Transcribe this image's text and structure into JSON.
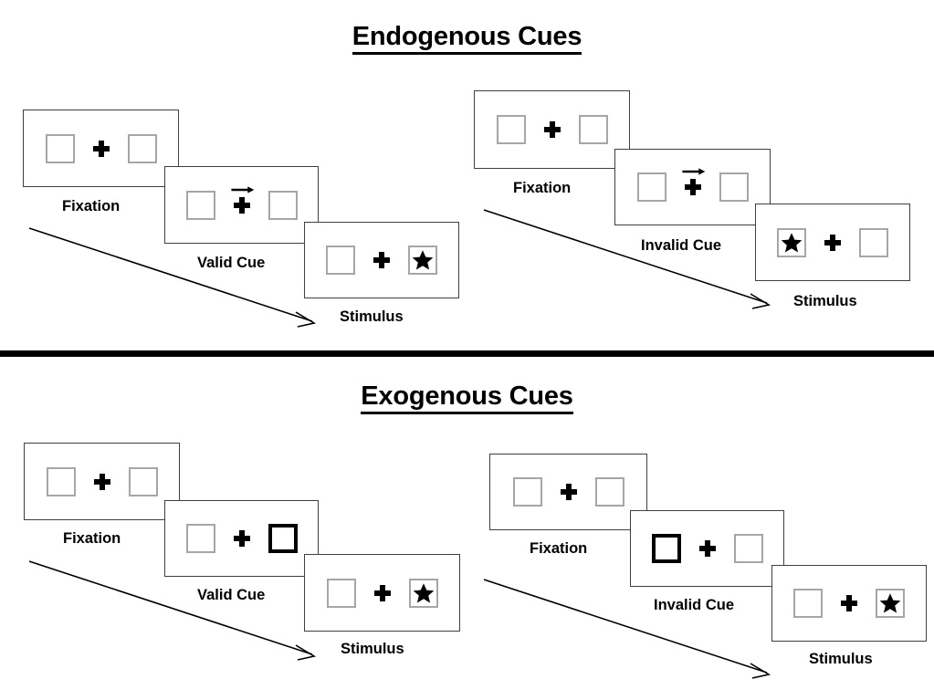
{
  "sections": [
    {
      "id": "endogenous",
      "title": "Endogenous Cues",
      "groups": [
        {
          "id": "endogenous-valid",
          "panels": [
            {
              "caption": "Fixation",
              "left_box": "empty",
              "right_box": "empty",
              "arrow": "none",
              "cue": "none"
            },
            {
              "caption": "Valid Cue",
              "left_box": "empty",
              "right_box": "empty",
              "arrow": "right",
              "cue": "none"
            },
            {
              "caption": "Stimulus",
              "left_box": "empty",
              "right_box": "star",
              "arrow": "none",
              "cue": "none"
            }
          ]
        },
        {
          "id": "endogenous-invalid",
          "panels": [
            {
              "caption": "Fixation",
              "left_box": "empty",
              "right_box": "empty",
              "arrow": "none",
              "cue": "none"
            },
            {
              "caption": "Invalid Cue",
              "left_box": "empty",
              "right_box": "empty",
              "arrow": "right",
              "cue": "none"
            },
            {
              "caption": "Stimulus",
              "left_box": "star",
              "right_box": "empty",
              "arrow": "none",
              "cue": "none"
            }
          ]
        }
      ]
    },
    {
      "id": "exogenous",
      "title": "Exogenous Cues",
      "groups": [
        {
          "id": "exogenous-valid",
          "panels": [
            {
              "caption": "Fixation",
              "left_box": "empty",
              "right_box": "empty",
              "arrow": "none",
              "cue": "none"
            },
            {
              "caption": "Valid Cue",
              "left_box": "empty",
              "right_box": "empty",
              "arrow": "none",
              "cue": "right"
            },
            {
              "caption": "Stimulus",
              "left_box": "empty",
              "right_box": "star",
              "arrow": "none",
              "cue": "none"
            }
          ]
        },
        {
          "id": "exogenous-invalid",
          "panels": [
            {
              "caption": "Fixation",
              "left_box": "empty",
              "right_box": "empty",
              "arrow": "none",
              "cue": "none"
            },
            {
              "caption": "Invalid Cue",
              "left_box": "empty",
              "right_box": "empty",
              "arrow": "none",
              "cue": "left"
            },
            {
              "caption": "Stimulus",
              "left_box": "empty",
              "right_box": "star",
              "arrow": "none",
              "cue": "none"
            }
          ]
        }
      ]
    }
  ],
  "colors": {
    "box_border": "#a6a6a6",
    "cued_box_border": "#000000",
    "panel_border": "#3f3f3f",
    "ink": "#000000",
    "background": "#ffffff"
  },
  "icons": {
    "fixation_cross": "plus-cross-icon",
    "arrow_cue": "right-arrow-icon",
    "stimulus": "star-icon",
    "timeline": "diagonal-arrow-icon"
  }
}
